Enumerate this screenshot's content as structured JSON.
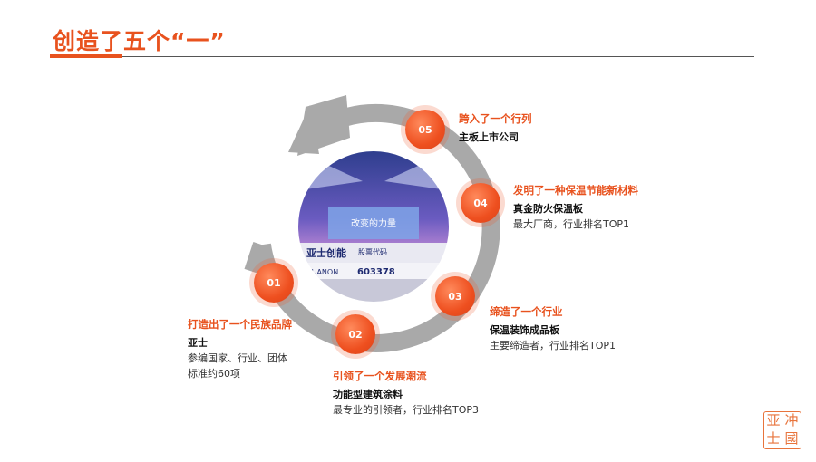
{
  "title": "创造了五个“一”",
  "colors": {
    "accent": "#e8521e",
    "arrow": "#a9a9a9"
  },
  "photo": {
    "banner_text": "改变的力量",
    "sign_brand": "亚士创能",
    "sign_brand_en": "CUANON",
    "sign_stock_label": "股票代码",
    "sign_stock_code": "603378"
  },
  "milestones": [
    {
      "num": "01",
      "head": "打造出了一个民族品牌",
      "product": "亚士",
      "desc_lines": [
        "参编国家、行业、团体",
        "标准约60项"
      ]
    },
    {
      "num": "02",
      "head": "引领了一个发展潮流",
      "product": "功能型建筑涂料",
      "desc_lines": [
        "最专业的引领者，行业排名TOP3"
      ]
    },
    {
      "num": "03",
      "head": "缔造了一个行业",
      "product": "保温装饰成品板",
      "desc_lines": [
        "主要缔造者，行业排名TOP1"
      ]
    },
    {
      "num": "04",
      "head": "发明了一种保温节能新材料",
      "product": "真金防火保温板",
      "desc_lines": [
        "最大厂商，行业排名TOP1"
      ]
    },
    {
      "num": "05",
      "head": "跨入了一个行列",
      "product": "主板上市公司",
      "desc_lines": []
    }
  ],
  "seal_glyphs": [
    "亚",
    "冲",
    "士",
    "國"
  ]
}
